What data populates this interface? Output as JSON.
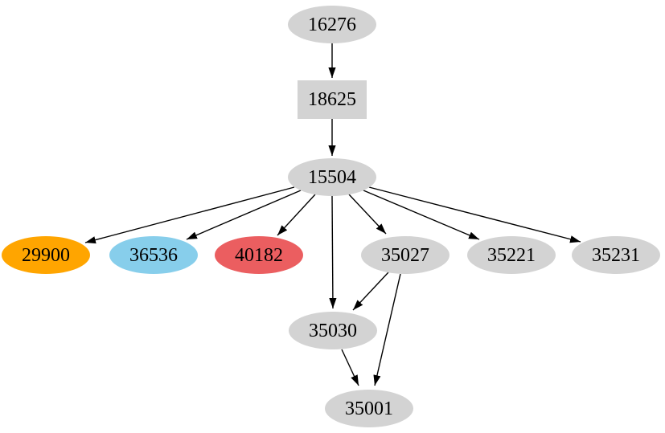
{
  "diagram": {
    "type": "directed-graph",
    "background": "#ffffff",
    "nodes": [
      {
        "id": "16276",
        "label": "16276",
        "shape": "ellipse",
        "fill": "#d3d3d3"
      },
      {
        "id": "18625",
        "label": "18625",
        "shape": "box",
        "fill": "#d3d3d3"
      },
      {
        "id": "15504",
        "label": "15504",
        "shape": "ellipse",
        "fill": "#d3d3d3"
      },
      {
        "id": "29900",
        "label": "29900",
        "shape": "ellipse",
        "fill": "#ffa500"
      },
      {
        "id": "36536",
        "label": "36536",
        "shape": "ellipse",
        "fill": "#87ceeb"
      },
      {
        "id": "40182",
        "label": "40182",
        "shape": "ellipse",
        "fill": "#eb5e60"
      },
      {
        "id": "35027",
        "label": "35027",
        "shape": "ellipse",
        "fill": "#d3d3d3"
      },
      {
        "id": "35221",
        "label": "35221",
        "shape": "ellipse",
        "fill": "#d3d3d3"
      },
      {
        "id": "35231",
        "label": "35231",
        "shape": "ellipse",
        "fill": "#d3d3d3"
      },
      {
        "id": "35030",
        "label": "35030",
        "shape": "ellipse",
        "fill": "#d3d3d3"
      },
      {
        "id": "35001",
        "label": "35001",
        "shape": "ellipse",
        "fill": "#d3d3d3"
      }
    ],
    "edges": [
      {
        "from": "16276",
        "to": "18625"
      },
      {
        "from": "18625",
        "to": "15504"
      },
      {
        "from": "15504",
        "to": "29900"
      },
      {
        "from": "15504",
        "to": "36536"
      },
      {
        "from": "15504",
        "to": "40182"
      },
      {
        "from": "15504",
        "to": "35030"
      },
      {
        "from": "15504",
        "to": "35027"
      },
      {
        "from": "15504",
        "to": "35221"
      },
      {
        "from": "15504",
        "to": "35231"
      },
      {
        "from": "35027",
        "to": "35030"
      },
      {
        "from": "35027",
        "to": "35001"
      },
      {
        "from": "35030",
        "to": "35001"
      }
    ]
  }
}
